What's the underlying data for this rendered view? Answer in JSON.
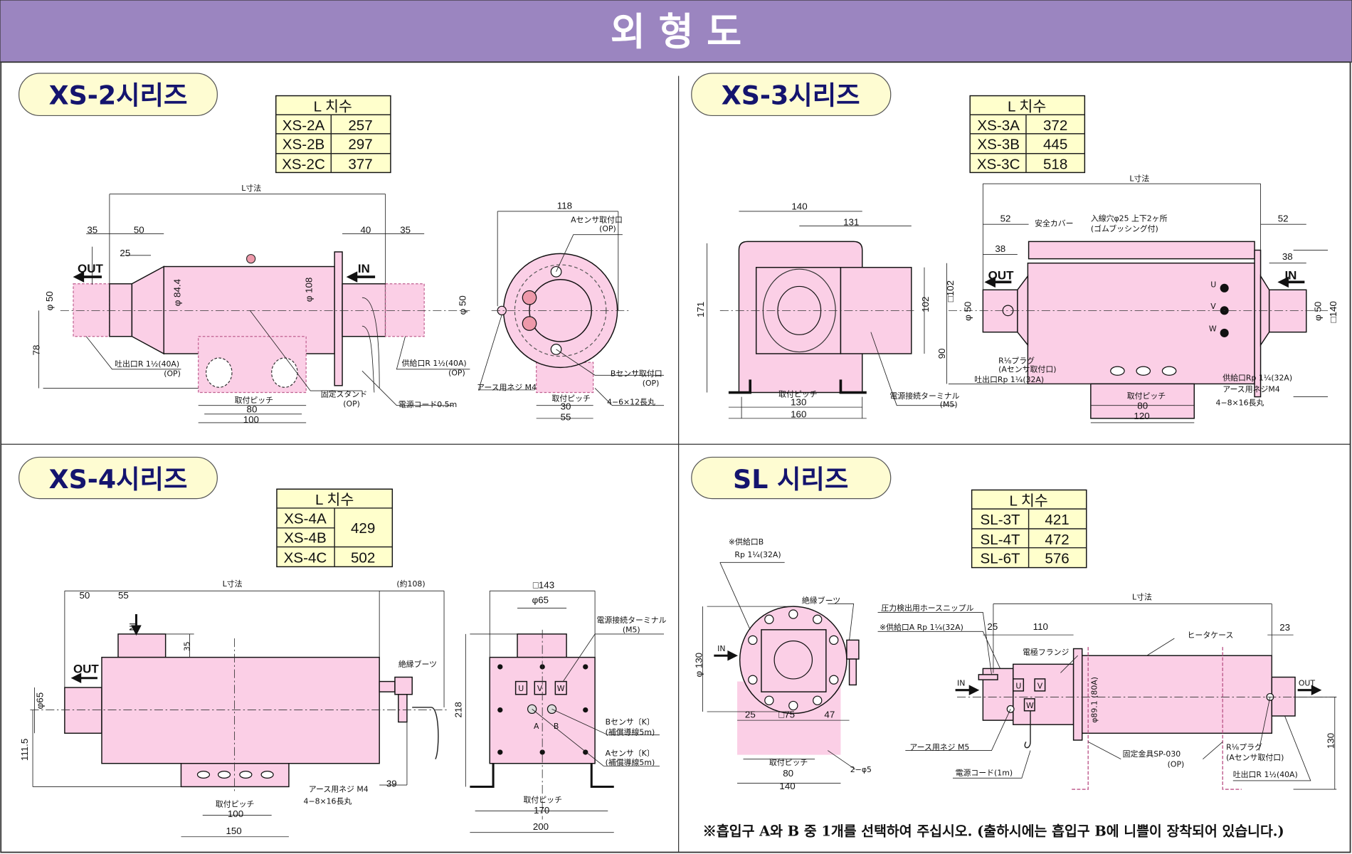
{
  "header": {
    "title": "외  형  도",
    "bar_color": "#9b85c0"
  },
  "xs2": {
    "title": "XS-2시리즈",
    "table": {
      "header": "L 치수",
      "rows": [
        [
          "XS-2A",
          "257"
        ],
        [
          "XS-2B",
          "297"
        ],
        [
          "XS-2C",
          "377"
        ]
      ]
    },
    "labels": [
      "L寸法",
      "35",
      "50",
      "40",
      "35",
      "25",
      "OUT",
      "IN",
      "φ 50",
      "φ 84.4",
      "φ 108",
      "φ 50",
      "78",
      "吐出口R 1½(40A)",
      "(OP)",
      "供給口R 1½(40A)",
      "(OP)",
      "固定スタンド",
      "(OP)",
      "電源コード0.5m",
      "取付ピッチ",
      "80",
      "100",
      "118",
      "Aセンサ取付口",
      "(OP)",
      "Bセンサ取付口",
      "(OP)",
      "アース用ネジ M4",
      "取付ピッチ",
      "30",
      "55",
      "4−6×12長丸"
    ]
  },
  "xs3": {
    "title": "XS-3시리즈",
    "table": {
      "header": "L 치수",
      "rows": [
        [
          "XS-3A",
          "372"
        ],
        [
          "XS-3B",
          "445"
        ],
        [
          "XS-3C",
          "518"
        ]
      ]
    },
    "labels": [
      "L寸法",
      "140",
      "131",
      "52",
      "安全カバー",
      "入線穴φ25 上下2ヶ所",
      "(ゴムブッシング付)",
      "52",
      "38",
      "38",
      "OUT",
      "IN",
      "171",
      "102",
      "□102",
      "φ 50",
      "90",
      "φ 50",
      "□140",
      "U",
      "V",
      "W",
      "R⅛プラグ",
      "(Aセンサ取付口)",
      "吐出口Rp 1¼(32A)",
      "供給口Rp 1¼(32A)",
      "アース用ネジM4",
      "4−8×16長丸",
      "取付ピッチ",
      "130",
      "160",
      "電源接続ターミナル",
      "(M5)",
      "取付ピッチ",
      "80",
      "120"
    ]
  },
  "xs4": {
    "title": "XS-4시리즈",
    "table": {
      "header": "L 치수",
      "rows": [
        [
          "XS-4A",
          "429"
        ],
        [
          "XS-4B",
          ""
        ],
        [
          "XS-4C",
          "502"
        ]
      ]
    },
    "labels": [
      "L寸法",
      "(約108)",
      "50",
      "55",
      "IN",
      "35",
      "OUT",
      "φ65",
      "111.5",
      "絶縁ブーツ",
      "39",
      "アース用ネジ M4",
      "4−8×16長丸",
      "取付ピッチ",
      "100",
      "150",
      "□143",
      "φ65",
      "電源接続ターミナル",
      "(M5)",
      "218",
      "U",
      "V",
      "W",
      "A",
      "B",
      "Bセンサ〔K〕",
      "(補償導線5m)",
      "Aセンサ〔K〕",
      "(補償導線5m)",
      "取付ピッチ",
      "170",
      "200"
    ]
  },
  "sl": {
    "title": "SL 시리즈",
    "table": {
      "header": "L 치수",
      "rows": [
        [
          "SL-3T",
          "421"
        ],
        [
          "SL-4T",
          "472"
        ],
        [
          "SL-6T",
          "576"
        ]
      ]
    },
    "labels": [
      "※供給口B",
      "Rp 1¼(32A)",
      "絶縁ブーツ",
      "IN",
      "φ 130",
      "25",
      "□75",
      "47",
      "取付ピッチ",
      "80",
      "140",
      "2−φ5",
      "L寸法",
      "圧力検出用ホースニップル",
      "※供給口A Rp 1¼(32A)",
      "25",
      "110",
      "23",
      "ヒータケース",
      "電極フランジ",
      "IN",
      "OUT",
      "U",
      "V",
      "W",
      "φ89.1 (80A)",
      "130",
      "アース用ネジ M5",
      "固定金具SP-030",
      "(OP)",
      "R⅛プラグ",
      "(Aセンサ取付口)",
      "電源コード(1m)",
      "吐出口R 1½(40A)"
    ]
  },
  "footnote": "※흡입구 A와 B 중 1개를 선택하여 주십시오. (출하시에는 흡입구 B에 니쁠이 장착되어 있습니다.)"
}
